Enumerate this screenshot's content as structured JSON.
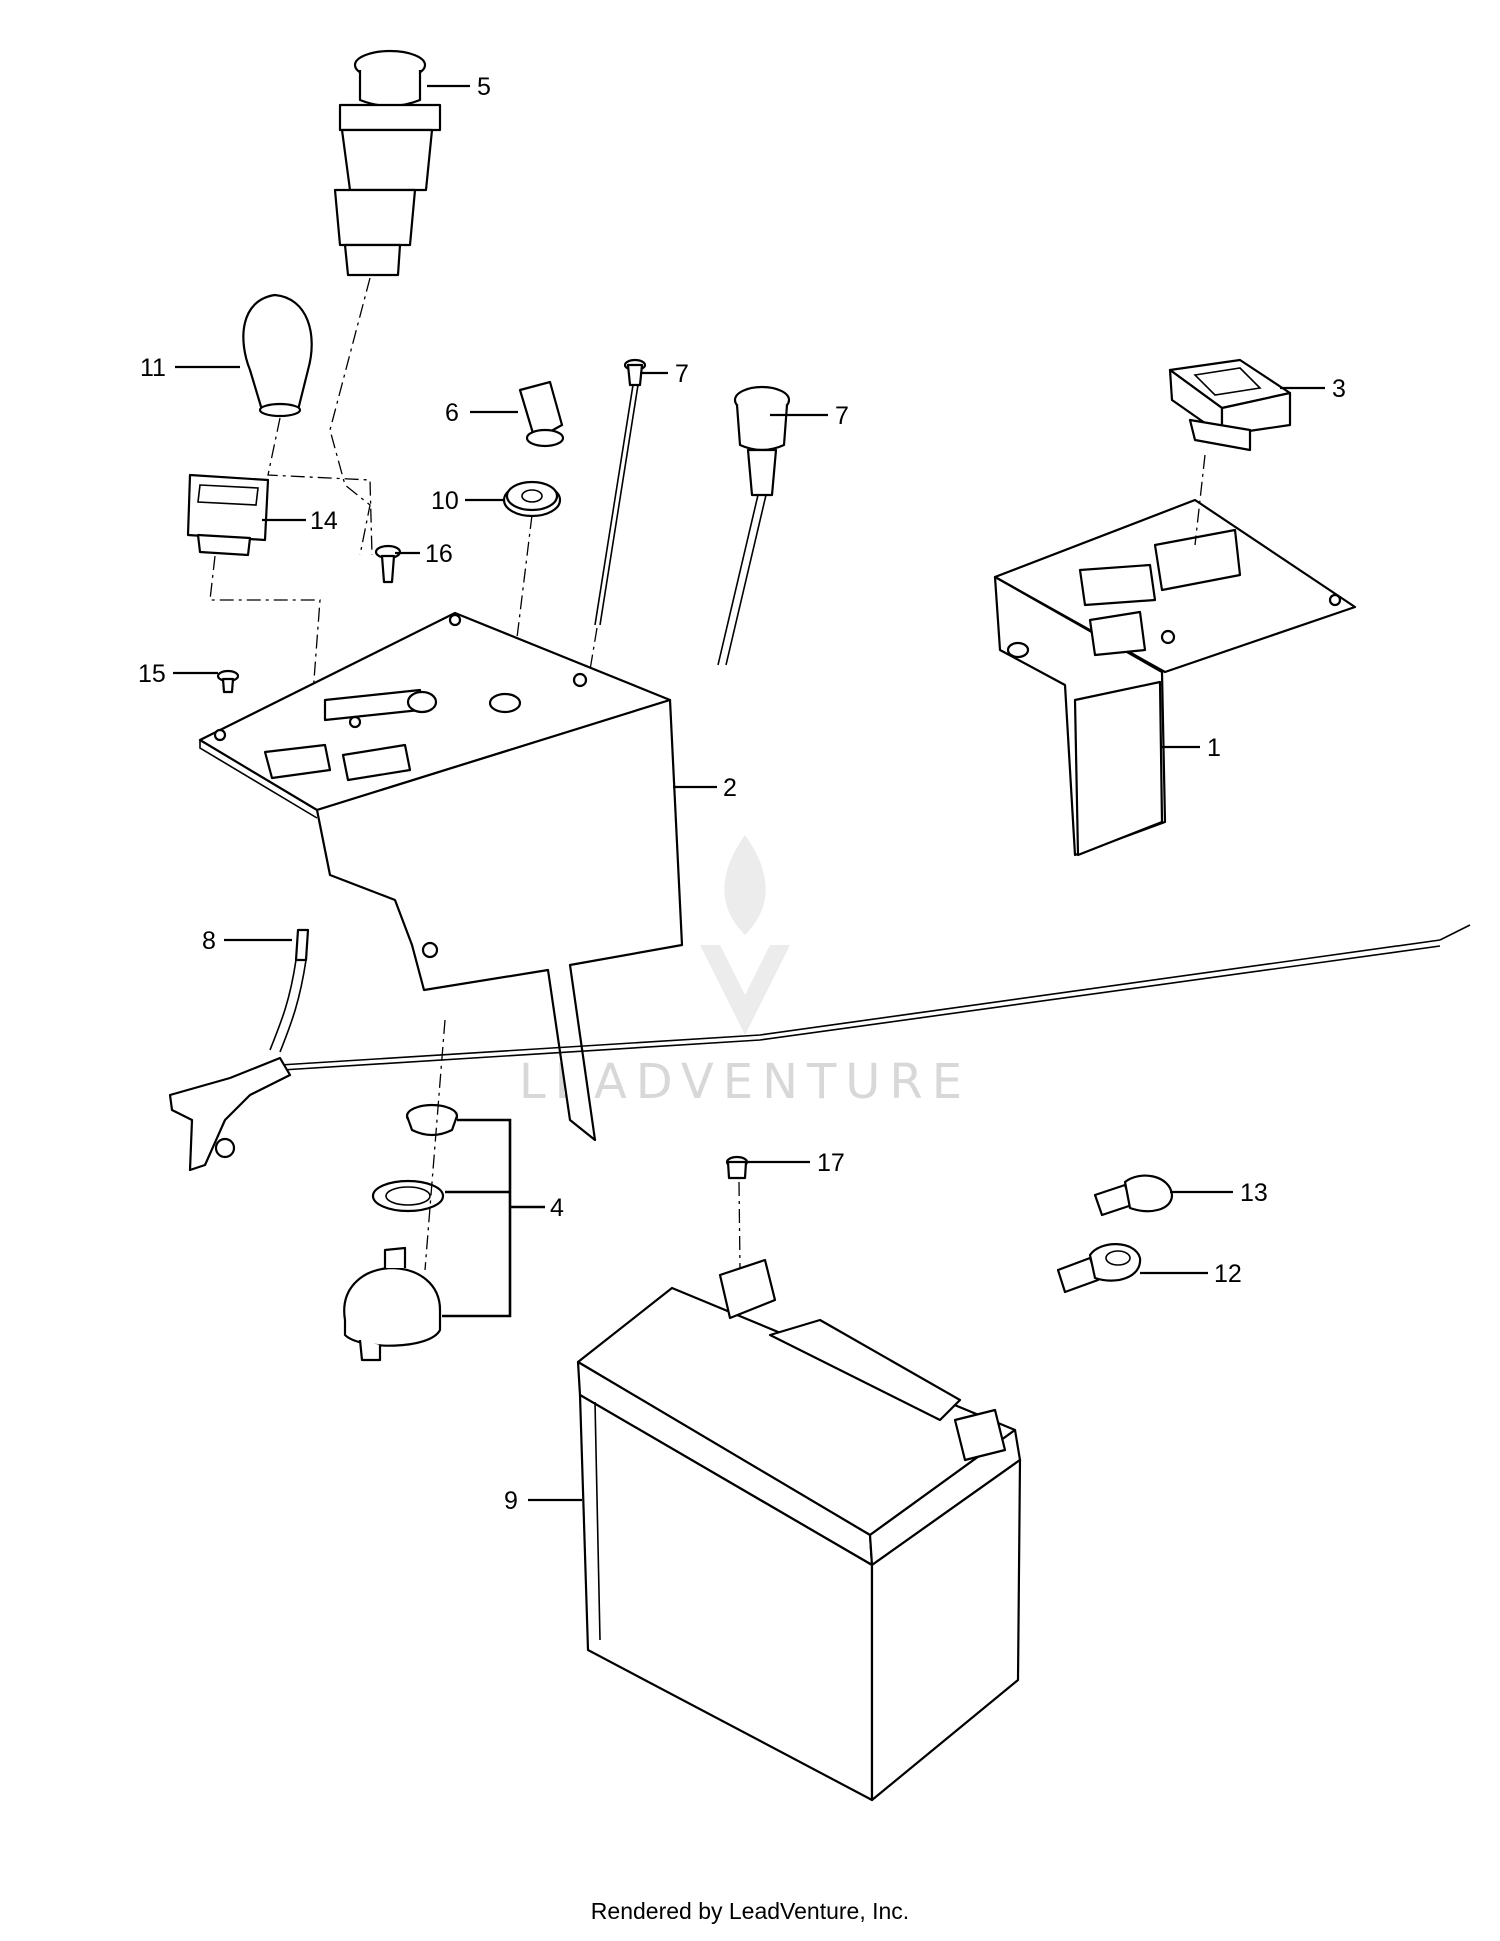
{
  "callouts": {
    "c1": "1",
    "c2": "2",
    "c3": "3",
    "c4": "4",
    "c5": "5",
    "c6": "6",
    "c7a": "7",
    "c7b": "7",
    "c8": "8",
    "c9": "9",
    "c10": "10",
    "c11": "11",
    "c12": "12",
    "c13": "13",
    "c14": "14",
    "c15": "15",
    "c16": "16",
    "c17": "17"
  },
  "watermark": "LEADVENTURE",
  "footer": "Rendered by LeadVenture, Inc."
}
